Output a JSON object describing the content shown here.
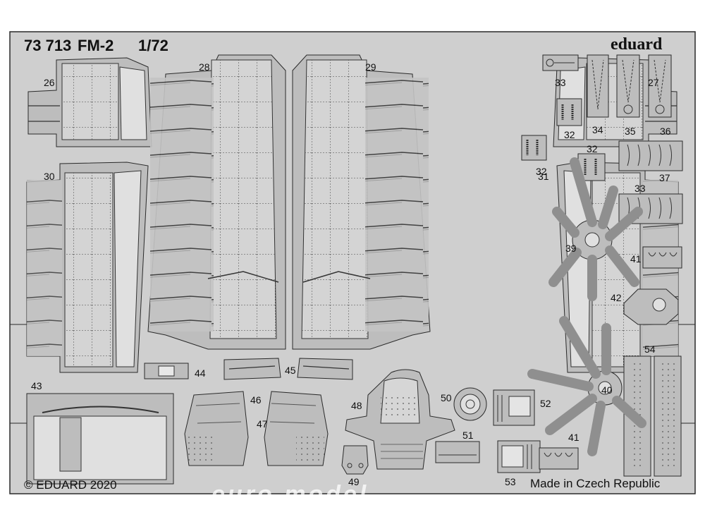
{
  "header": {
    "catalog_number": "73 713",
    "model": "FM-2",
    "scale": "1/72",
    "brand": "eduard"
  },
  "footer": {
    "copyright": "© EDUARD 2020",
    "origin": "Made in Czech Republic"
  },
  "watermark": "euro model",
  "part_numbers": {
    "p26": "26",
    "p27": "27",
    "p28": "28",
    "p29": "29",
    "p30": "30",
    "p31": "31",
    "p32a": "32",
    "p32b": "32",
    "p32c": "32",
    "p33a": "33",
    "p33b": "33",
    "p34": "34",
    "p35": "35",
    "p36": "36",
    "p37": "37",
    "p39": "39",
    "p40": "40",
    "p41a": "41",
    "p41b": "41",
    "p42": "42",
    "p43": "43",
    "p44": "44",
    "p45": "45",
    "p46": "46",
    "p47": "47",
    "p48": "48",
    "p49": "49",
    "p50": "50",
    "p51": "51",
    "p52": "52",
    "p53": "53",
    "p54": "54"
  },
  "colors": {
    "fret_metal": "#cfcfcf",
    "part_metal": "#bdbdbd",
    "outline": "#2a2a2a",
    "background": "#ffffff"
  }
}
